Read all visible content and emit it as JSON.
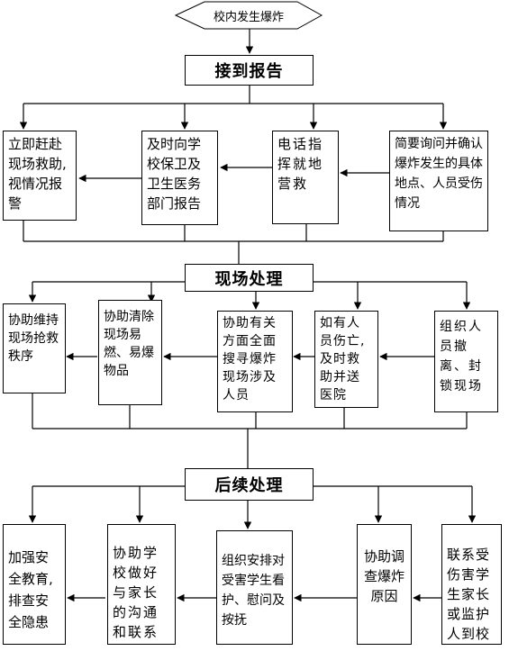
{
  "start": "校内发生爆炸",
  "sections": {
    "report": "接到报告",
    "scene": "现场处理",
    "followup": "后续处理"
  },
  "report_steps": [
    "立即赶赴现场救助,视情况报警",
    "及时向学校保卫及卫生医务部门报告",
    "电话指挥就地营救",
    "简要询问并确认爆炸发生的具体地点、人员受伤情况"
  ],
  "scene_steps": [
    "协助维持现场抢救秩序",
    "协助清除现场易燃、易爆物品",
    "协助有关方面全面搜寻爆炸现场涉及人员",
    "如有人员伤亡,及时救助并送医院",
    "组织人员撤离、封锁现场"
  ],
  "followup_steps": [
    "加强安全教育,排查安全隐患",
    "协助学校做好与家长的沟通和联系",
    "组织安排对受害学生看护、慰问及按抚",
    "协助调查爆炸原因",
    "联系受伤害学生家长或监护人到校"
  ]
}
